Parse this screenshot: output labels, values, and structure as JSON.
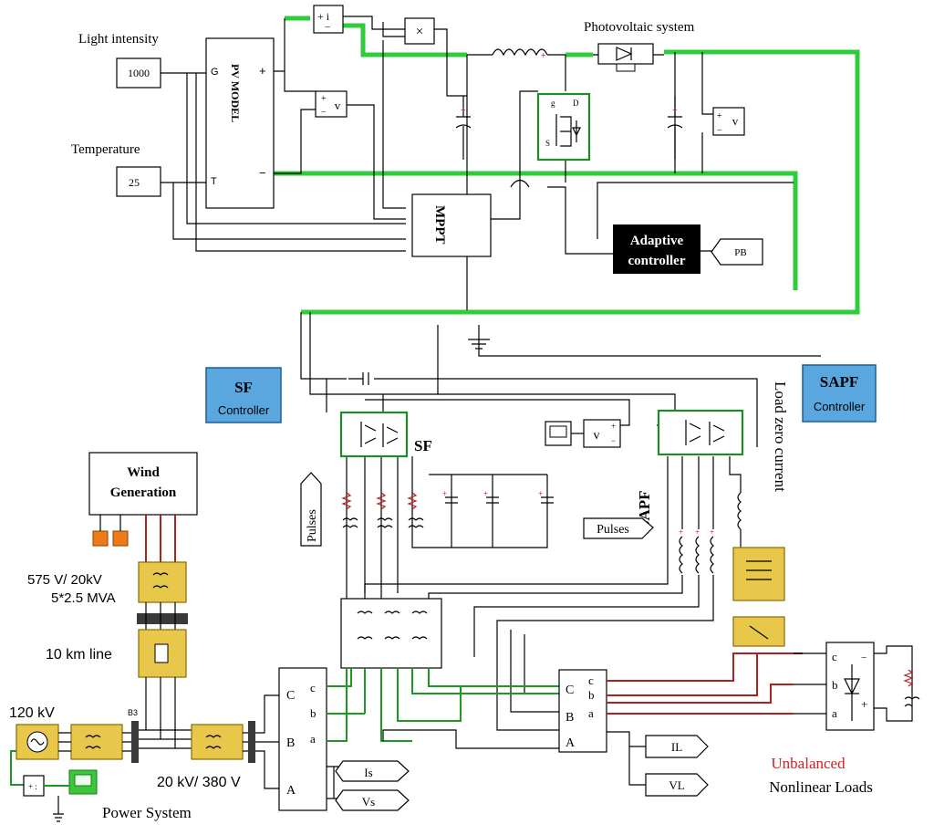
{
  "pv": {
    "light_label": "Light intensity",
    "light_value": "1000",
    "temp_label": "Temperature",
    "temp_value": "25",
    "model_label": "PV MODEL",
    "port_g": "G",
    "port_t": "T",
    "port_plus": "+",
    "port_minus": "−",
    "current_meas": "+ i",
    "current_minus": "−",
    "voltage_meas": "v",
    "mult": "×",
    "system_label": "Photovoltaic system",
    "mppt_label": "MPPT",
    "adaptive_line1": "Adaptive",
    "adaptive_line2": "controller",
    "pb_tag": "PB"
  },
  "mosfet": {
    "g": "g",
    "d": "D",
    "s": "S"
  },
  "sf": {
    "ctrl_title": "SF",
    "ctrl_sub": "Controller",
    "label": "SF",
    "pulses": "Pulses"
  },
  "sapf": {
    "ctrl_title": "SAPF",
    "ctrl_sub": "Controller",
    "label": "SAPF",
    "pulses": "Pulses",
    "load_zero": "Load zero current"
  },
  "wind": {
    "line1": "Wind",
    "line2": "Generation",
    "trafo_label1": "575 V/ 20kV",
    "trafo_label2": "5*2.5 MVA",
    "line_label": "10 km line"
  },
  "grid": {
    "source_label": "120 kV",
    "b3": "B3",
    "trafo_label": "20 kV/ 380 V",
    "system_label": "Power System"
  },
  "bus": {
    "phases": [
      "C",
      "B",
      "A"
    ],
    "phases_lc": [
      "c",
      "b",
      "a"
    ],
    "is_tag": "Is",
    "vs_tag": "Vs",
    "il_tag": "IL",
    "vl_tag": "VL"
  },
  "load": {
    "title_line1": "Unbalanced",
    "title_line2": "Nonlinear Loads",
    "ports": [
      "c",
      "b",
      "a"
    ],
    "plus": "+",
    "minus": "−"
  },
  "colors": {
    "green_bus": "#2ecc3a",
    "red_wire": "#b21f1f",
    "controller_blue": "#5aa7e0",
    "unbalanced_red": "#d42020",
    "block_black": "#000000",
    "yellow_block": "#e8c84a"
  }
}
